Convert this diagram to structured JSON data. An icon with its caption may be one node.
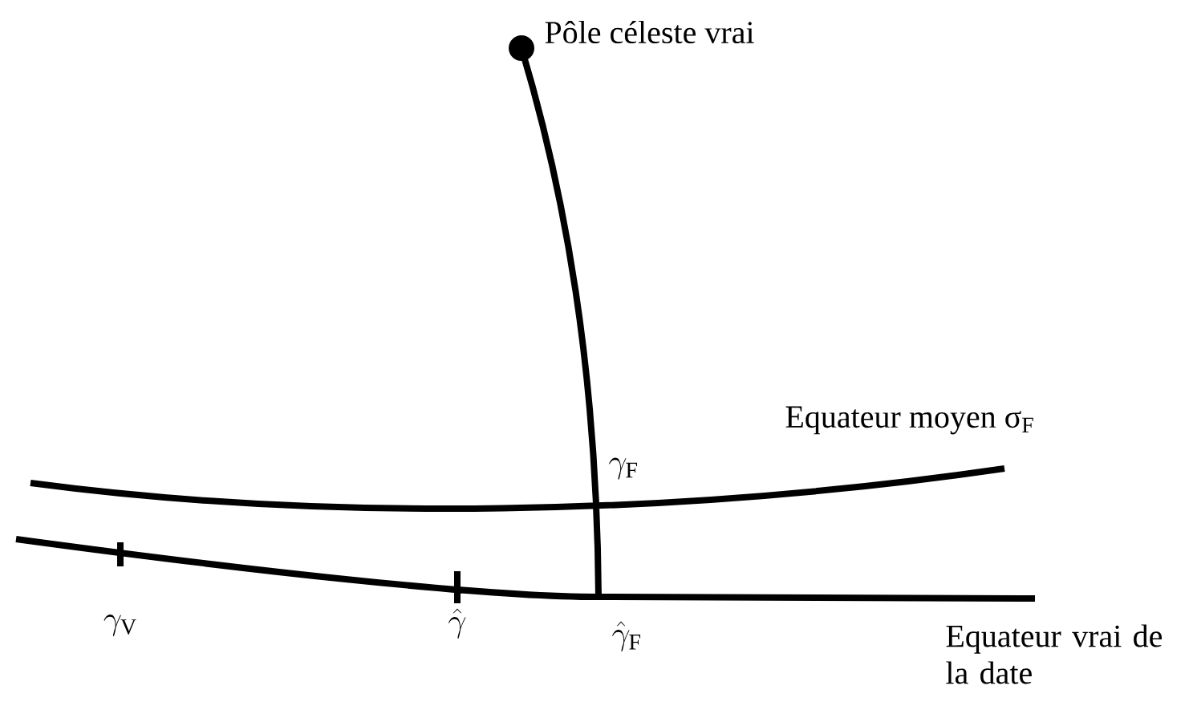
{
  "diagram": {
    "labels": [
      "Pôle céleste vrai",
      "\\gamma_{\\mathrm{F}}",
      "Equateur moyen σ$_{F}$",
      "\\gamma_{\\mathrm{V}}",
      "\\hat{\\gamma}",
      "\\hat{\\gamma}_{\\mathrm{F}}",
      "Equateur vrai de la date"
    ]
  }
}
